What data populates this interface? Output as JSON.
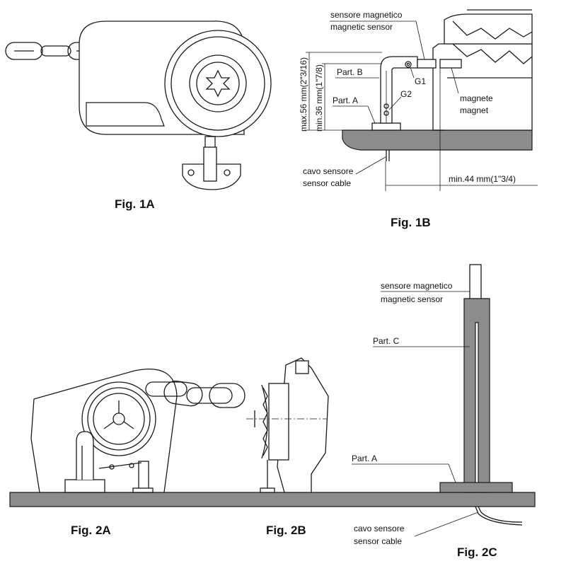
{
  "figures": {
    "fig_1a": "Fig. 1A",
    "fig_1b": "Fig. 1B",
    "fig_2a": "Fig. 2A",
    "fig_2b": "Fig. 2B",
    "fig_2c": "Fig. 2C"
  },
  "fig1b": {
    "sensor_it": "sensore magnetico",
    "sensor_en": "magnetic sensor",
    "part_b": "Part. B",
    "part_a": "Part. A",
    "g1": "G1",
    "g2": "G2",
    "magnet_it": "magnete",
    "magnet_en": "magnet",
    "max_dim": "max.56 mm(2\"3/16)",
    "min_dim": "min.36 mm(1\"7/8)",
    "cable_it": "cavo sensore",
    "cable_en": "sensor cable",
    "min_dist": "min.44 mm(1\"3/4)"
  },
  "fig2c": {
    "sensor_it": "sensore magnetico",
    "sensor_en": "magnetic sensor",
    "part_c": "Part. C",
    "part_a": "Part. A",
    "cable_it": "cavo sensore",
    "cable_en": "sensor cable"
  }
}
